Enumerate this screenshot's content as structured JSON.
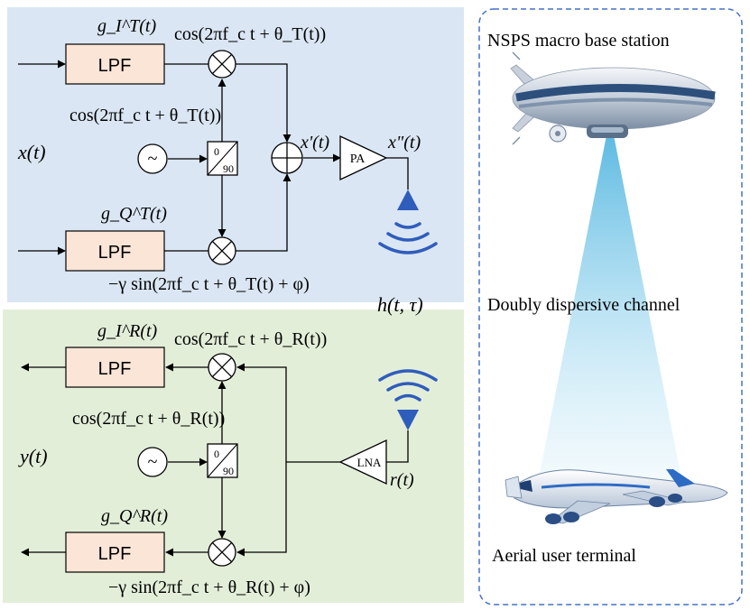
{
  "tx": {
    "input": "x(t)",
    "filter_i_label": "g_I^T(t)",
    "filter_q_label": "g_Q^T(t)",
    "lpf_i": "LPF",
    "lpf_q": "LPF",
    "carrier_top": "cos(2πf_c t + θ_T(t))",
    "carrier_mid": "cos(2πf_c t + θ_T(t))",
    "carrier_bottom": "−γ sin(2πf_c t + θ_T(t) + φ)",
    "osc_symbol": "~",
    "phase_top": "0",
    "phase_bottom": "90",
    "sum_out": "x'(t)",
    "pa": "PA",
    "pa_out": "x\"(t)"
  },
  "channel": {
    "label": "h(t, τ)"
  },
  "rx": {
    "output": "y(t)",
    "filter_i_label": "g_I^R(t)",
    "filter_q_label": "g_Q^R(t)",
    "lpf_i": "LPF",
    "lpf_q": "LPF",
    "carrier_top": "cos(2πf_c t + θ_R(t))",
    "carrier_mid": "cos(2πf_c t + θ_R(t))",
    "carrier_bottom": "−γ sin(2πf_c t + θ_R(t) + φ)",
    "osc_symbol": "~",
    "phase_top": "0",
    "phase_bottom": "90",
    "lna": "LNA",
    "rx_signal": "r(t)"
  },
  "right_panel": {
    "top_label": "NSPS macro base station",
    "middle_label": "Doubly dispersive channel",
    "bottom_label": "Aerial user terminal"
  },
  "colors": {
    "tx_bg": "#dae6f3",
    "rx_bg": "#e3eed9",
    "lpf_fill": "#fbe5d6",
    "antenna": "#2f5dbb",
    "beam": "#7ecbea",
    "panel_border": "#4472c4"
  }
}
